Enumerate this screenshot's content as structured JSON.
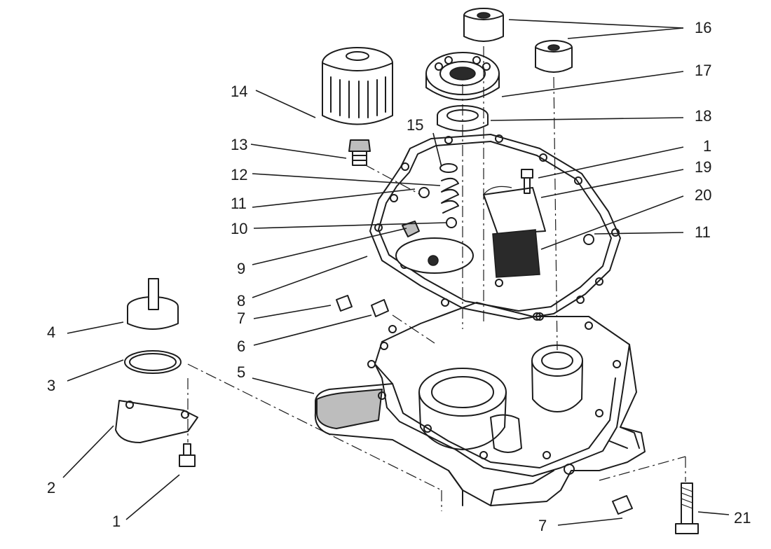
{
  "callouts": {
    "c1a": "1",
    "c1b": "1",
    "c2": "2",
    "c3": "3",
    "c4": "4",
    "c5": "5",
    "c6": "6",
    "c7a": "7",
    "c7b": "7",
    "c8": "8",
    "c9": "9",
    "c10": "10",
    "c11a": "11",
    "c11b": "11",
    "c12": "12",
    "c13": "13",
    "c14": "14",
    "c15": "15",
    "c16": "16",
    "c17": "17",
    "c18": "18",
    "c19": "19",
    "c20": "20",
    "c21": "21"
  }
}
